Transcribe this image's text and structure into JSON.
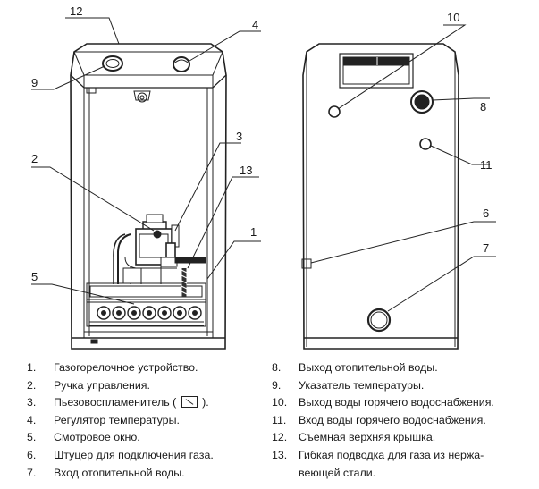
{
  "diagram": {
    "callouts": {
      "front": {
        "c12": "12",
        "c4": "4",
        "c9": "9",
        "c3": "3",
        "c2": "2",
        "c13": "13",
        "c1": "1",
        "c5": "5"
      },
      "back": {
        "c10": "10",
        "c8": "8",
        "c11": "11",
        "c6": "6",
        "c7": "7"
      }
    }
  },
  "legend": {
    "left": [
      {
        "num": "1.",
        "text": "Газогорелочное устройство."
      },
      {
        "num": "2.",
        "text": "Ручка управления."
      },
      {
        "num": "3.",
        "text_before": "Пьезовоспламенитель (",
        "icon": "piezo-button-icon",
        "text_after": ")."
      },
      {
        "num": "4.",
        "text": "Регулятор температуры."
      },
      {
        "num": "5.",
        "text": "Смотровое окно."
      },
      {
        "num": "6.",
        "text": "Штуцер для подключения газа."
      },
      {
        "num": "7.",
        "text": "Вход отопительной воды."
      }
    ],
    "right": [
      {
        "num": "8.",
        "text": "Выход отопительной воды."
      },
      {
        "num": "9.",
        "text": "Указатель температуры."
      },
      {
        "num": "10.",
        "text": "Выход воды горячего водоснабжения."
      },
      {
        "num": "11.",
        "text": "Вход воды горячего водоснабжения."
      },
      {
        "num": "12.",
        "text": "Съемная верхняя крышка."
      },
      {
        "num": "13.",
        "text_line1": "Гибкая подводка для газа из нержа-",
        "text_line2": "веющей стали."
      }
    ]
  }
}
